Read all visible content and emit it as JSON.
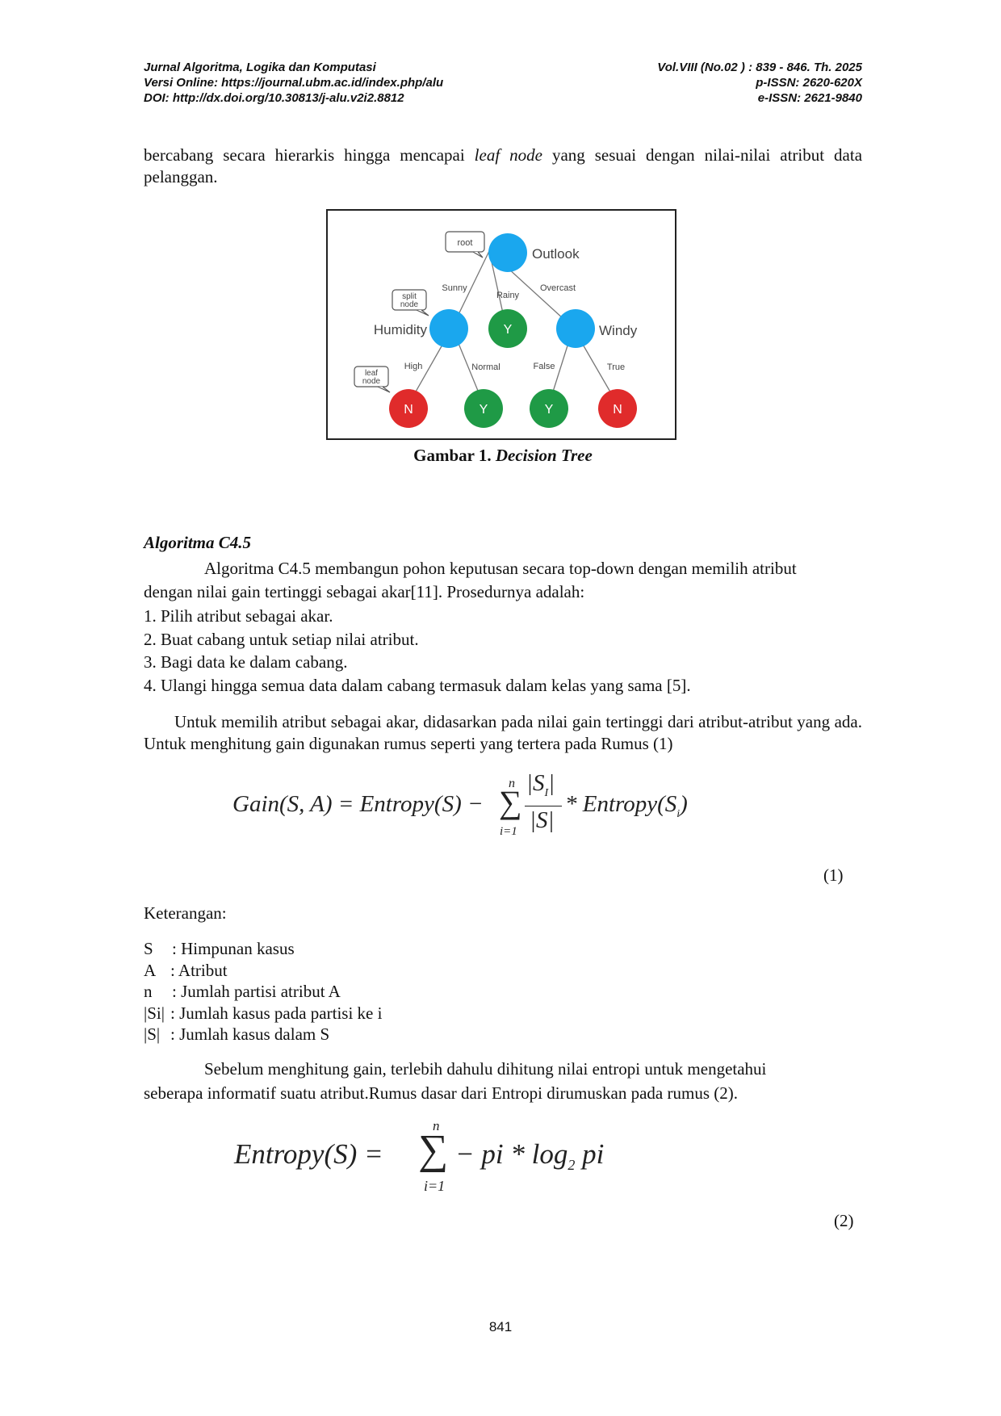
{
  "header": {
    "left": [
      "Jurnal Algoritma, Logika dan Komputasi",
      "Versi Online: https://journal.ubm.ac.id/index.php/alu",
      "DOI: http://dx.doi.org/10.30813/j-alu.v2i2.8812"
    ],
    "right": [
      "Vol.VIII (No.02 ) : 839 - 846. Th. 2025",
      "p-ISSN: 2620-620X",
      "e-ISSN: 2621-9840"
    ]
  },
  "intro": {
    "before": "bercabang secara hierarkis hingga mencapai ",
    "italic": "leaf node",
    "after": " yang sesuai dengan nilai-nilai atribut data pelanggan."
  },
  "figure": {
    "callouts": {
      "root": "root",
      "split_1": "split",
      "split_2": "node",
      "leaf_1": "leaf",
      "leaf_2": "node"
    },
    "nodes": {
      "root": "Outlook",
      "left": "Humidity",
      "middle": "Y",
      "right": "Windy",
      "ll": "N",
      "lr": "Y",
      "rl": "Y",
      "rr": "N"
    },
    "edges": {
      "sunny": "Sunny",
      "rainy": "Rainy",
      "overcast": "Overcast",
      "high": "High",
      "normal": "Normal",
      "false": "False",
      "true": "True"
    },
    "colors": {
      "split": "#1aa7ee",
      "yes": "#1f9a46",
      "no": "#e02b2b",
      "edge": "#777777"
    }
  },
  "caption": {
    "prefix": "Gambar 1. ",
    "title": "Decision Tree"
  },
  "section": {
    "title": "Algoritma C4.5"
  },
  "para1": {
    "line1": "Algoritma C4.5 membangun pohon keputusan secara top-down dengan memilih atribut",
    "line2": "dengan nilai gain tertinggi sebagai akar[11]. Prosedurnya adalah:"
  },
  "steps": [
    "1. Pilih atribut sebagai akar.",
    "2. Buat cabang untuk setiap nilai atribut.",
    "3. Bagi data ke dalam cabang.",
    "4. Ulangi hingga semua data dalam cabang termasuk dalam kelas yang sama [5]."
  ],
  "para2": "Untuk memilih atribut sebagai akar, didasarkan pada nilai gain tertinggi dari atribut-atribut yang ada. Untuk menghitung gain digunakan rumus seperti yang tertera pada Rumus (1)",
  "eq1": {
    "lhs": "Gain(S, A) = Entropy(S) −",
    "sum_top": "n",
    "sum_sym": "∑",
    "sum_bot": "i=1",
    "num": "|S",
    "num_sub": "I",
    "num_end": "|",
    "den": "|S|",
    "rhs": "* Entropy(S",
    "rhs_sub": "i",
    "rhs_end": ")",
    "number": "(1)"
  },
  "keterangan": {
    "title": "Keterangan:",
    "items": [
      {
        "sym": "S",
        "desc": ": Himpunan kasus"
      },
      {
        "sym": "A",
        "desc": ": Atribut"
      },
      {
        "sym": "n",
        "desc": ": Jumlah partisi atribut A"
      },
      {
        "sym": "|Si|",
        "desc": ": Jumlah kasus pada partisi ke i"
      },
      {
        "sym": "|S|",
        "desc": ": Jumlah kasus dalam S"
      }
    ]
  },
  "para3": {
    "line1": "Sebelum menghitung gain, terlebih dahulu dihitung nilai entropi untuk mengetahui",
    "line2": "seberapa informatif suatu atribut.Rumus dasar dari Entropi dirumuskan pada rumus (2)."
  },
  "eq2": {
    "lhs": "Entropy(S) =",
    "sum_top": "n",
    "sum_sym": "∑",
    "sum_bot": "i=1",
    "rhs": "− pi * log",
    "rhs_sub": "2",
    "rhs_end": "pi",
    "number": "(2)"
  },
  "page_number": "841"
}
